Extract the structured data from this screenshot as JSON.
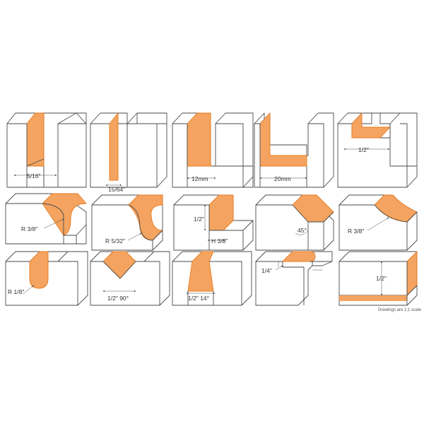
{
  "colors": {
    "cut": "#f4a460",
    "cut_dark": "#e8791e",
    "outline": "#4a4a4a",
    "face": "#ffffff"
  },
  "profiles": [
    {
      "label": "5/16\"",
      "icon": "straight-bit-profile"
    },
    {
      "label": "15/64\"",
      "icon": "straight-bit-profile"
    },
    {
      "label": "12mm",
      "icon": "straight-bit-profile"
    },
    {
      "label": "20mm",
      "icon": "straight-bit-profile"
    },
    {
      "label": "1/2\"",
      "icon": "rabbet-bit-profile"
    },
    {
      "label": "R 3/8\"",
      "icon": "cove-bit-profile"
    },
    {
      "label": "R 5/32\"",
      "icon": "ogee-bit-profile"
    },
    {
      "labels": [
        "1/2\"",
        "H 3/8\""
      ],
      "icon": "rabbeting-bit-profile"
    },
    {
      "label": "45°",
      "icon": "chamfer-bit-profile"
    },
    {
      "label": "R 3/8\"",
      "icon": "round-over-bit-profile"
    },
    {
      "label": "R 1/8\"",
      "icon": "core-box-bit-profile"
    },
    {
      "label": "1/2\" 90°",
      "icon": "v-groove-bit-profile"
    },
    {
      "label": "1/2\" 14°",
      "icon": "dovetail-bit-profile"
    },
    {
      "label": "1/4\"",
      "icon": "slot-cutter-profile"
    },
    {
      "label": "1/2\"",
      "icon": "flush-trim-bit-profile"
    }
  ],
  "footnote": "Drawings are 1:1 scale"
}
